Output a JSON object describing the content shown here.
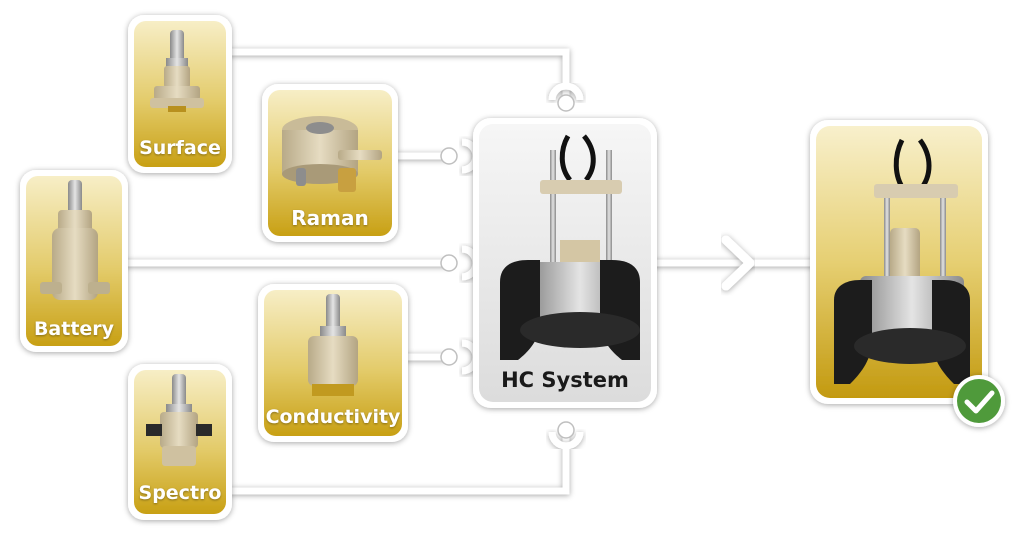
{
  "modules": {
    "surface": {
      "label": "Surface"
    },
    "raman": {
      "label": "Raman"
    },
    "battery": {
      "label": "Battery"
    },
    "conductivity": {
      "label": "Conductivity"
    },
    "spectro": {
      "label": "Spectro"
    }
  },
  "hub": {
    "label": "HC System"
  },
  "result": {
    "status_icon": "checkmark-icon"
  },
  "colors": {
    "gold_dark": "#c8a014",
    "gold_light": "#f7eec6",
    "hub_bg": "#ececec",
    "connector": "#ffffff",
    "check_green": "#4f9a3a",
    "device_black": "#1c1c1c",
    "device_beige": "#d9cdb0",
    "metal": "#bdbdbd"
  }
}
